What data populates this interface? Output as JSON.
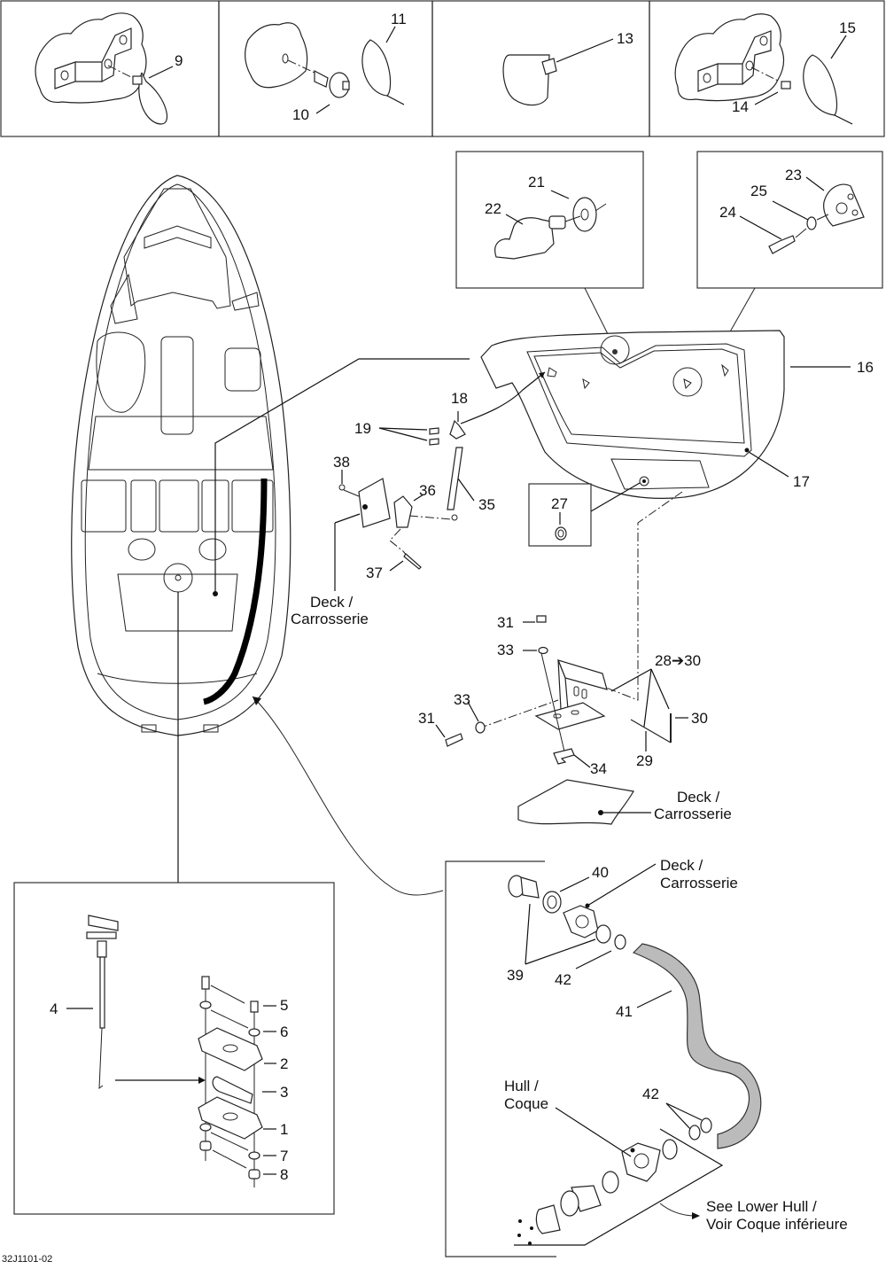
{
  "diagram": {
    "drawing_number": "32J1101-02",
    "top_panels": [
      {
        "items": [
          "9"
        ]
      },
      {
        "items": [
          "10",
          "11"
        ]
      },
      {
        "items": [
          "13"
        ]
      },
      {
        "items": [
          "14",
          "15"
        ]
      }
    ],
    "callouts": {
      "c1": "1",
      "c2": "2",
      "c3": "3",
      "c4": "4",
      "c5": "5",
      "c6": "6",
      "c7": "7",
      "c8": "8",
      "c9": "9",
      "c10": "10",
      "c11": "11",
      "c13": "13",
      "c14": "14",
      "c15": "15",
      "c16": "16",
      "c17": "17",
      "c18": "18",
      "c19": "19",
      "c21": "21",
      "c22": "22",
      "c23": "23",
      "c24": "24",
      "c25": "25",
      "c27": "27",
      "c28_30": "28➔30",
      "c29": "29",
      "c30": "30",
      "c31a": "31",
      "c31b": "31",
      "c33a": "33",
      "c33b": "33",
      "c34": "34",
      "c35": "35",
      "c36": "36",
      "c37": "37",
      "c38": "38",
      "c39": "39",
      "c40": "40",
      "c41": "41",
      "c42a": "42",
      "c42b": "42"
    },
    "notes": {
      "deck_1_line1": "Deck /",
      "deck_1_line2": "Carrosserie",
      "deck_2_line1": "Deck /",
      "deck_2_line2": "Carrosserie",
      "deck_3_line1": "Deck /",
      "deck_3_line2": "Carrosserie",
      "hull_line1": "Hull /",
      "hull_line2": "Coque",
      "see_lower_line1": "See Lower Hull /",
      "see_lower_line2": "Voir Coque inférieure"
    }
  }
}
